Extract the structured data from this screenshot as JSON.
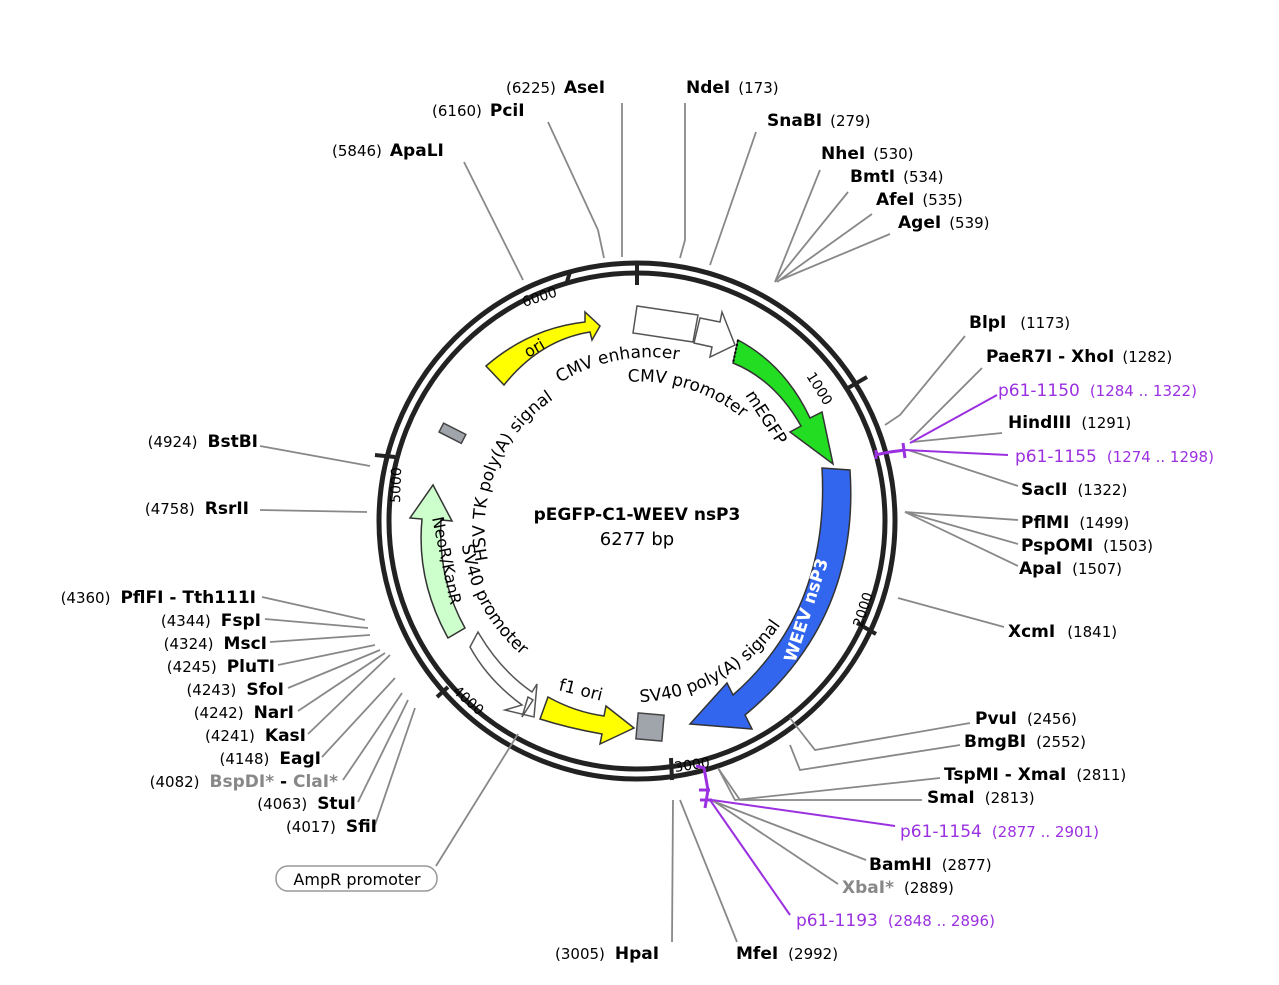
{
  "plasmid": {
    "name": "pEGFP-C1-WEEV nsP3",
    "size_label": "6277 bp"
  },
  "ticks": [
    "1000",
    "2000",
    "3000",
    "4000",
    "5000",
    "6000"
  ],
  "features": [
    {
      "id": "cmv-enhancer",
      "label": "CMV enhancer",
      "color": "#ffffff"
    },
    {
      "id": "cmv-promoter",
      "label": "CMV promoter",
      "color": "#ffffff"
    },
    {
      "id": "megfp",
      "label": "mEGFP",
      "color": "#22dd22"
    },
    {
      "id": "weev-nsp3",
      "label": "WEEV nsP3",
      "color": "#3366ee"
    },
    {
      "id": "sv40-polya",
      "label": "SV40 poly(A) signal",
      "color": "#a0a4ab"
    },
    {
      "id": "f1-ori",
      "label": "f1 ori",
      "color": "#ffff00"
    },
    {
      "id": "sv40-promoter",
      "label": "SV40 promoter",
      "color": "#ffffff"
    },
    {
      "id": "neor",
      "label": "NeoR/KanR",
      "color": "#ccffcc"
    },
    {
      "id": "hsv-polya",
      "label": "HSV TK poly(A) signal",
      "color": "#a0a4ab"
    },
    {
      "id": "ori",
      "label": "ori",
      "color": "#ffff00"
    },
    {
      "id": "ampr-promoter",
      "label": "AmpR promoter",
      "color": "#ffffff"
    }
  ],
  "sites": [
    {
      "name": "AseI",
      "pos": "(6225)"
    },
    {
      "name": "NdeI",
      "pos": "(173)"
    },
    {
      "name": "PciI",
      "pos": "(6160)"
    },
    {
      "name": "SnaBI",
      "pos": "(279)"
    },
    {
      "name": "ApaLI",
      "pos": "(5846)"
    },
    {
      "name": "NheI",
      "pos": "(530)"
    },
    {
      "name": "BmtI",
      "pos": "(534)"
    },
    {
      "name": "AfeI",
      "pos": "(535)"
    },
    {
      "name": "AgeI",
      "pos": "(539)"
    },
    {
      "name": "BlpI",
      "pos": "(1173)"
    },
    {
      "name": "PaeR7I - XhoI",
      "pos": "(1282)"
    },
    {
      "name": "HindIII",
      "pos": "(1291)"
    },
    {
      "name": "SacII",
      "pos": "(1322)"
    },
    {
      "name": "PflMI",
      "pos": "(1499)"
    },
    {
      "name": "PspOMI",
      "pos": "(1503)"
    },
    {
      "name": "ApaI",
      "pos": "(1507)"
    },
    {
      "name": "XcmI",
      "pos": "(1841)"
    },
    {
      "name": "PvuI",
      "pos": "(2456)"
    },
    {
      "name": "BmgBI",
      "pos": "(2552)"
    },
    {
      "name": "TspMI - XmaI",
      "pos": "(2811)"
    },
    {
      "name": "SmaI",
      "pos": "(2813)"
    },
    {
      "name": "BamHI",
      "pos": "(2877)"
    },
    {
      "name": "XbaI*",
      "pos": "(2889)"
    },
    {
      "name": "MfeI",
      "pos": "(2992)"
    },
    {
      "name": "HpaI",
      "pos": "(3005)"
    },
    {
      "name": "BstBI",
      "pos": "(4924)"
    },
    {
      "name": "RsrII",
      "pos": "(4758)"
    },
    {
      "name": "PflFI - Tth111I",
      "pos": "(4360)"
    },
    {
      "name": "FspI",
      "pos": "(4344)"
    },
    {
      "name": "MscI",
      "pos": "(4324)"
    },
    {
      "name": "PluTI",
      "pos": "(4245)"
    },
    {
      "name": "SfoI",
      "pos": "(4243)"
    },
    {
      "name": "NarI",
      "pos": "(4242)"
    },
    {
      "name": "KasI",
      "pos": "(4241)"
    },
    {
      "name": "EagI",
      "pos": "(4148)"
    },
    {
      "name": "BspDI*",
      "name2": "ClaI*",
      "sep": " - ",
      "pos": "(4082)"
    },
    {
      "name": "StuI",
      "pos": "(4063)"
    },
    {
      "name": "SfiI",
      "pos": "(4017)"
    }
  ],
  "primers": [
    {
      "name": "p61-1150",
      "range": "(1284 .. 1322)"
    },
    {
      "name": "p61-1155",
      "range": "(1274 .. 1298)"
    },
    {
      "name": "p61-1154",
      "range": "(2877 .. 2901)"
    },
    {
      "name": "p61-1193",
      "range": "(2848 .. 2896)"
    }
  ],
  "colors": {
    "backbone": "#222222",
    "leader": "#888888",
    "primer": "#9b30e0",
    "gray_site": "#888888"
  }
}
